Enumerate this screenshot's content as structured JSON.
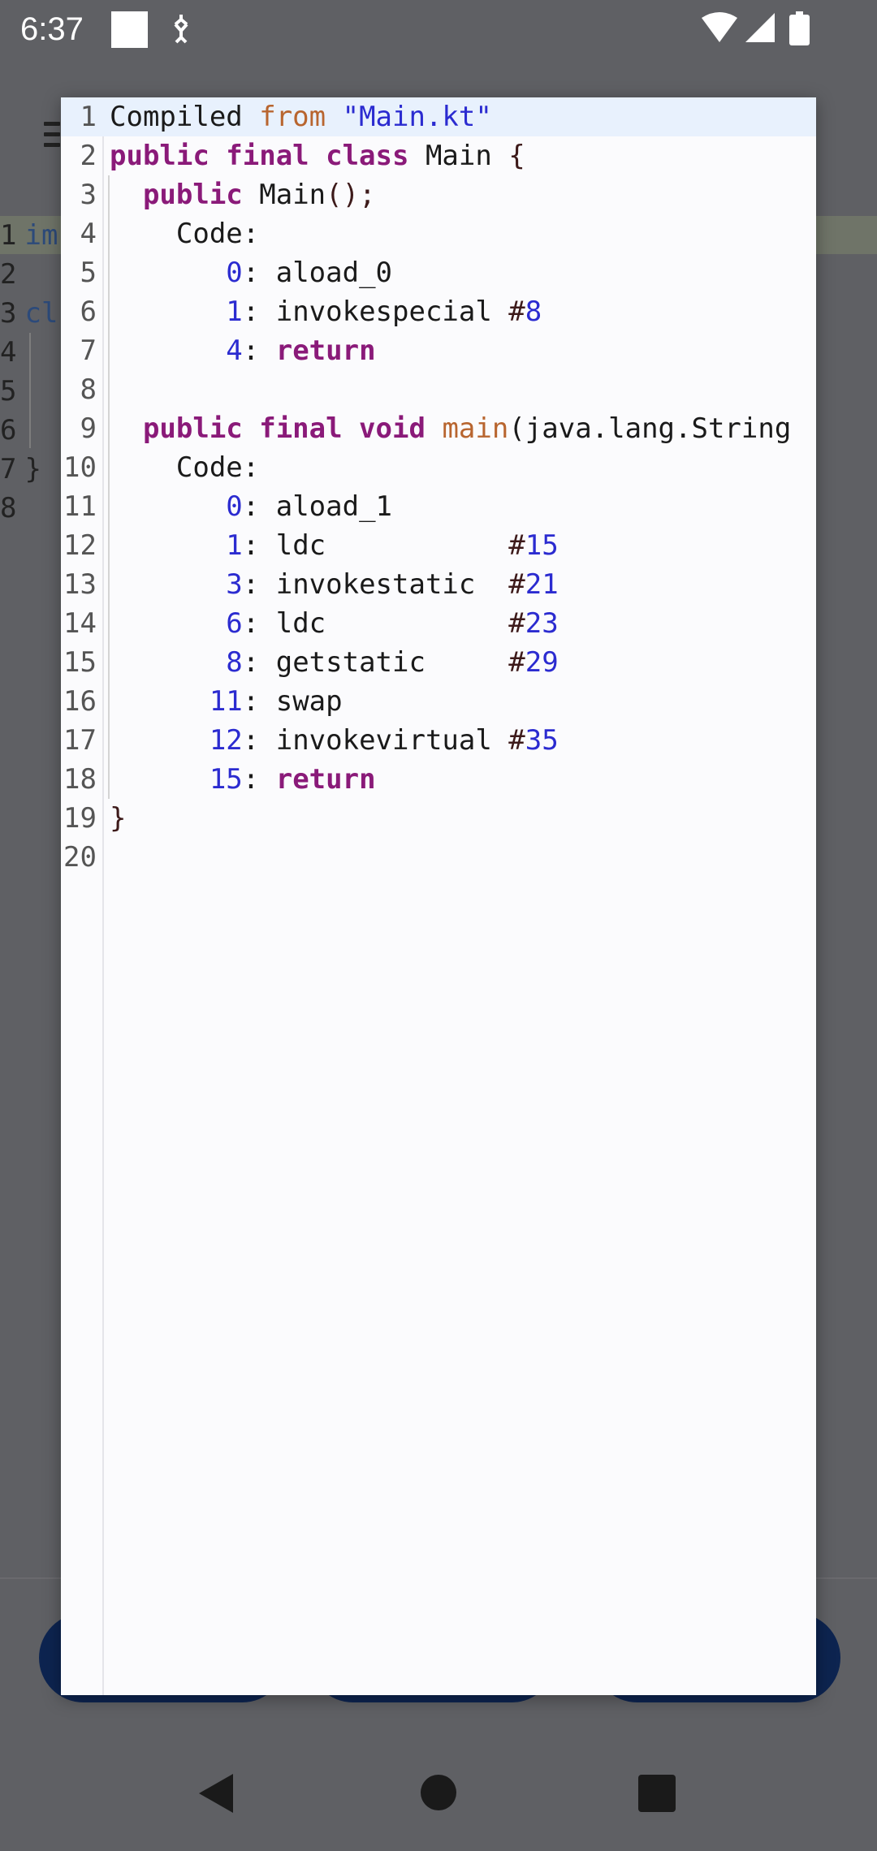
{
  "status_bar": {
    "time": "6:37"
  },
  "background_editor": {
    "line_numbers": [
      "1",
      "2",
      "3",
      "4",
      "5",
      "6",
      "7",
      "8"
    ],
    "visible_text": [
      "im",
      "",
      "cl",
      "",
      "",
      "",
      "}",
      ""
    ]
  },
  "dialog": {
    "lines": [
      {
        "num": "1",
        "indent": "",
        "tokens": [
          {
            "t": "Compiled ",
            "c": "plain"
          },
          {
            "t": "from",
            "c": "from"
          },
          {
            "t": " ",
            "c": "plain"
          },
          {
            "t": "\"Main.kt\"",
            "c": "str"
          }
        ]
      },
      {
        "num": "2",
        "indent": "",
        "tokens": [
          {
            "t": "public final class",
            "c": "kw"
          },
          {
            "t": " Main ",
            "c": "plain"
          },
          {
            "t": "{",
            "c": "brace"
          }
        ]
      },
      {
        "num": "3",
        "indent": "  ",
        "tokens": [
          {
            "t": "public",
            "c": "kw"
          },
          {
            "t": " Main",
            "c": "plain"
          },
          {
            "t": "();",
            "c": "brace"
          }
        ]
      },
      {
        "num": "4",
        "indent": "    ",
        "tokens": [
          {
            "t": "Code:",
            "c": "plain"
          }
        ]
      },
      {
        "num": "5",
        "indent": "       ",
        "tokens": [
          {
            "t": "0",
            "c": "num"
          },
          {
            "t": ": aload_0",
            "c": "plain"
          }
        ]
      },
      {
        "num": "6",
        "indent": "       ",
        "tokens": [
          {
            "t": "1",
            "c": "num"
          },
          {
            "t": ": invokespecial ",
            "c": "plain"
          },
          {
            "t": "#",
            "c": "hash"
          },
          {
            "t": "8",
            "c": "num"
          }
        ]
      },
      {
        "num": "7",
        "indent": "       ",
        "tokens": [
          {
            "t": "4",
            "c": "num"
          },
          {
            "t": ": ",
            "c": "plain"
          },
          {
            "t": "return",
            "c": "kwb"
          }
        ]
      },
      {
        "num": "8",
        "indent": "",
        "tokens": []
      },
      {
        "num": "9",
        "indent": "  ",
        "tokens": [
          {
            "t": "public final void",
            "c": "kw"
          },
          {
            "t": " ",
            "c": "plain"
          },
          {
            "t": "main",
            "c": "fn"
          },
          {
            "t": "(java.lang.String",
            "c": "plain"
          }
        ]
      },
      {
        "num": "10",
        "indent": "    ",
        "tokens": [
          {
            "t": "Code:",
            "c": "plain"
          }
        ]
      },
      {
        "num": "11",
        "indent": "       ",
        "tokens": [
          {
            "t": "0",
            "c": "num"
          },
          {
            "t": ": aload_1",
            "c": "plain"
          }
        ]
      },
      {
        "num": "12",
        "indent": "       ",
        "tokens": [
          {
            "t": "1",
            "c": "num"
          },
          {
            "t": ": ldc           ",
            "c": "plain"
          },
          {
            "t": "#",
            "c": "hash"
          },
          {
            "t": "15",
            "c": "num"
          }
        ]
      },
      {
        "num": "13",
        "indent": "       ",
        "tokens": [
          {
            "t": "3",
            "c": "num"
          },
          {
            "t": ": invokestatic  ",
            "c": "plain"
          },
          {
            "t": "#",
            "c": "hash"
          },
          {
            "t": "21",
            "c": "num"
          }
        ]
      },
      {
        "num": "14",
        "indent": "       ",
        "tokens": [
          {
            "t": "6",
            "c": "num"
          },
          {
            "t": ": ldc           ",
            "c": "plain"
          },
          {
            "t": "#",
            "c": "hash"
          },
          {
            "t": "23",
            "c": "num"
          }
        ]
      },
      {
        "num": "15",
        "indent": "       ",
        "tokens": [
          {
            "t": "8",
            "c": "num"
          },
          {
            "t": ": getstatic     ",
            "c": "plain"
          },
          {
            "t": "#",
            "c": "hash"
          },
          {
            "t": "29",
            "c": "num"
          }
        ]
      },
      {
        "num": "16",
        "indent": "      ",
        "tokens": [
          {
            "t": "11",
            "c": "num"
          },
          {
            "t": ": swap",
            "c": "plain"
          }
        ]
      },
      {
        "num": "17",
        "indent": "      ",
        "tokens": [
          {
            "t": "12",
            "c": "num"
          },
          {
            "t": ": invokevirtual ",
            "c": "plain"
          },
          {
            "t": "#",
            "c": "hash"
          },
          {
            "t": "35",
            "c": "num"
          }
        ]
      },
      {
        "num": "18",
        "indent": "      ",
        "tokens": [
          {
            "t": "15",
            "c": "num"
          },
          {
            "t": ": ",
            "c": "plain"
          },
          {
            "t": "return",
            "c": "kwb"
          }
        ]
      },
      {
        "num": "19",
        "indent": "",
        "tokens": [
          {
            "t": "}",
            "c": "brace"
          }
        ]
      },
      {
        "num": "20",
        "indent": "",
        "tokens": []
      }
    ]
  },
  "colors": {
    "keyword": "#8a1a79",
    "number": "#2b2bd0",
    "string": "#2b2bd0",
    "function": "#b8652f",
    "current_line": "#e8f1fd"
  }
}
